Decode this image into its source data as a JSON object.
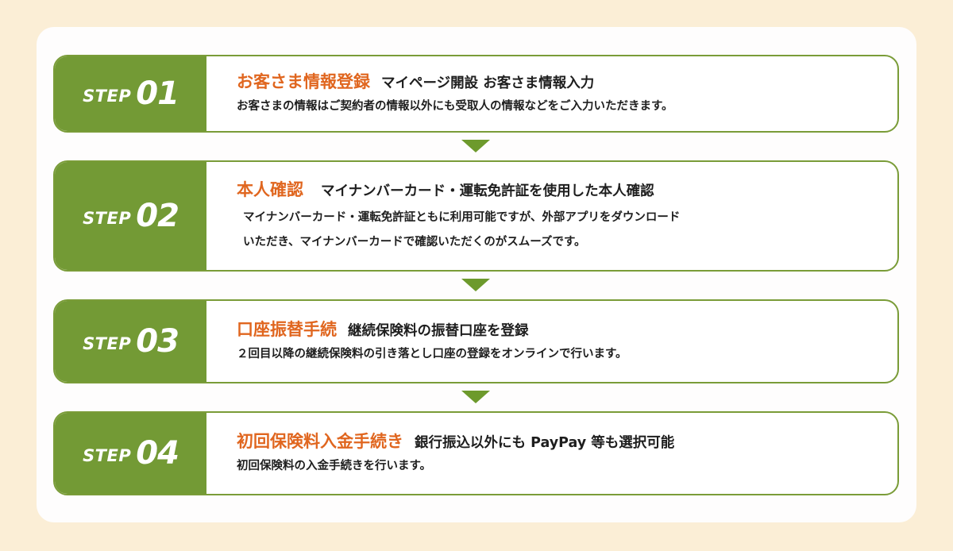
{
  "colors": {
    "accent_green": "#739a35",
    "title_orange": "#e0661f",
    "background": "#fbeed6"
  },
  "steps": [
    {
      "label": "STEP",
      "number": "01",
      "title": "お客さま情報登録",
      "subtitle": "マイページ開設 お客さま情報入力",
      "description": [
        "お客さまの情報はご契約者の情報以外にも受取人の情報などをご入力いただきます。"
      ]
    },
    {
      "label": "STEP",
      "number": "02",
      "title": "本人確認",
      "subtitle": "マイナンバーカード・運転免許証を使用した本人確認",
      "description": [
        "マイナンバーカード・運転免許証ともに利用可能ですが、外部アプリをダウンロード",
        "いただき、マイナンバーカードで確認いただくのがスムーズです。"
      ]
    },
    {
      "label": "STEP",
      "number": "03",
      "title": "口座振替手続",
      "subtitle": "継続保険料の振替口座を登録",
      "description": [
        "２回目以降の継続保険料の引き落とし口座の登録をオンラインで行います。"
      ]
    },
    {
      "label": "STEP",
      "number": "04",
      "title": "初回保険料入金手続き",
      "subtitle": "銀行振込以外にも PayPay 等も選択可能",
      "description": [
        "初回保険料の入金手続きを行います。"
      ]
    }
  ]
}
